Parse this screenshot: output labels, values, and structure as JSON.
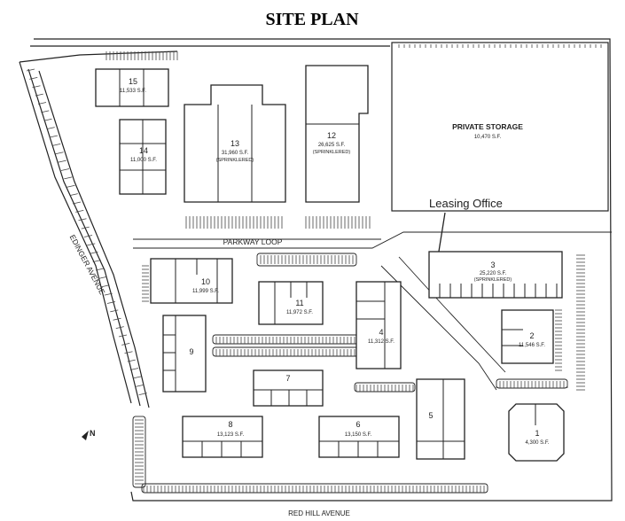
{
  "title": "SITE PLAN",
  "streets": {
    "parkway": "PARKWAY LOOP",
    "edinger": "EDINGER AVENUE",
    "red_hill": "RED HILL AVENUE"
  },
  "storage": {
    "name": "PRIVATE STORAGE",
    "size": "10,470 S.F."
  },
  "leasing_office": "Leasing Office",
  "north": "N",
  "buildings": [
    {
      "num": "15",
      "size": "11,533 S.F."
    },
    {
      "num": "14",
      "size": "11,000 S.F."
    },
    {
      "num": "13",
      "size": "31,960 S.F.",
      "note": "(SPRINKLERED)"
    },
    {
      "num": "12",
      "size": "26,625 S.F.",
      "note": "(SPRINKLERED)"
    },
    {
      "num": "10",
      "size": "11,999 S.F."
    },
    {
      "num": "11",
      "size": "11,972 S.F."
    },
    {
      "num": "4",
      "size": "11,312 S.F."
    },
    {
      "num": "3",
      "size": "25,220 S.F.",
      "note": "(SPRINKLERED)"
    },
    {
      "num": "2",
      "size": "11,546 S.F."
    },
    {
      "num": "9",
      "size": ""
    },
    {
      "num": "7",
      "size": ""
    },
    {
      "num": "8",
      "size": "13,123 S.F."
    },
    {
      "num": "6",
      "size": "13,150 S.F."
    },
    {
      "num": "5",
      "size": ""
    },
    {
      "num": "1",
      "size": "4,300 S.F."
    }
  ],
  "colors": {
    "ink": "#222222",
    "background": "#ffffff"
  }
}
